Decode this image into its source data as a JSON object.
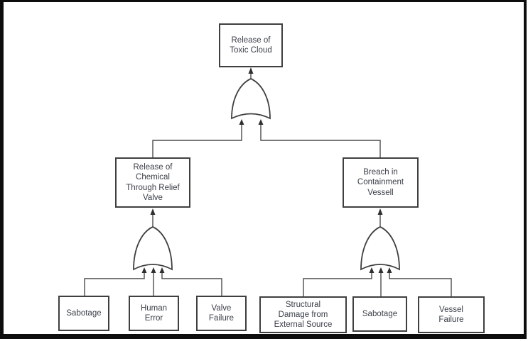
{
  "diagram": {
    "type": "fault-tree",
    "top_event": {
      "label": "Release of\nToxic Cloud"
    },
    "intermediate_events": {
      "release_chemical": {
        "label": "Release of\nChemical\nThrough Relief\nValve"
      },
      "breach_containment": {
        "label": "Breach in\nContainment\nVessell"
      }
    },
    "basic_events": {
      "sabotage_left": {
        "label": "Sabotage"
      },
      "human_error": {
        "label": "Human\nError"
      },
      "valve_failure": {
        "label": "Valve\nFailure"
      },
      "structural_damage": {
        "label": "Structural\nDamage from\nExternal Source"
      },
      "sabotage_right": {
        "label": "Sabotage"
      },
      "vessel_failure": {
        "label": "Vessel\nFailure"
      }
    },
    "gates": {
      "gate_top": {
        "type": "OR",
        "output_to": "Release of Toxic Cloud"
      },
      "gate_left": {
        "type": "OR",
        "output_to": "Release of Chemical Through Relief Valve"
      },
      "gate_right": {
        "type": "OR",
        "output_to": "Breach in Containment Vessell"
      }
    },
    "colors": {
      "frame": "#0d0d0d",
      "box_border": "#3f3f3f",
      "line": "#4c4c4c",
      "text": "#3c4049",
      "background": "#ffffff"
    }
  }
}
